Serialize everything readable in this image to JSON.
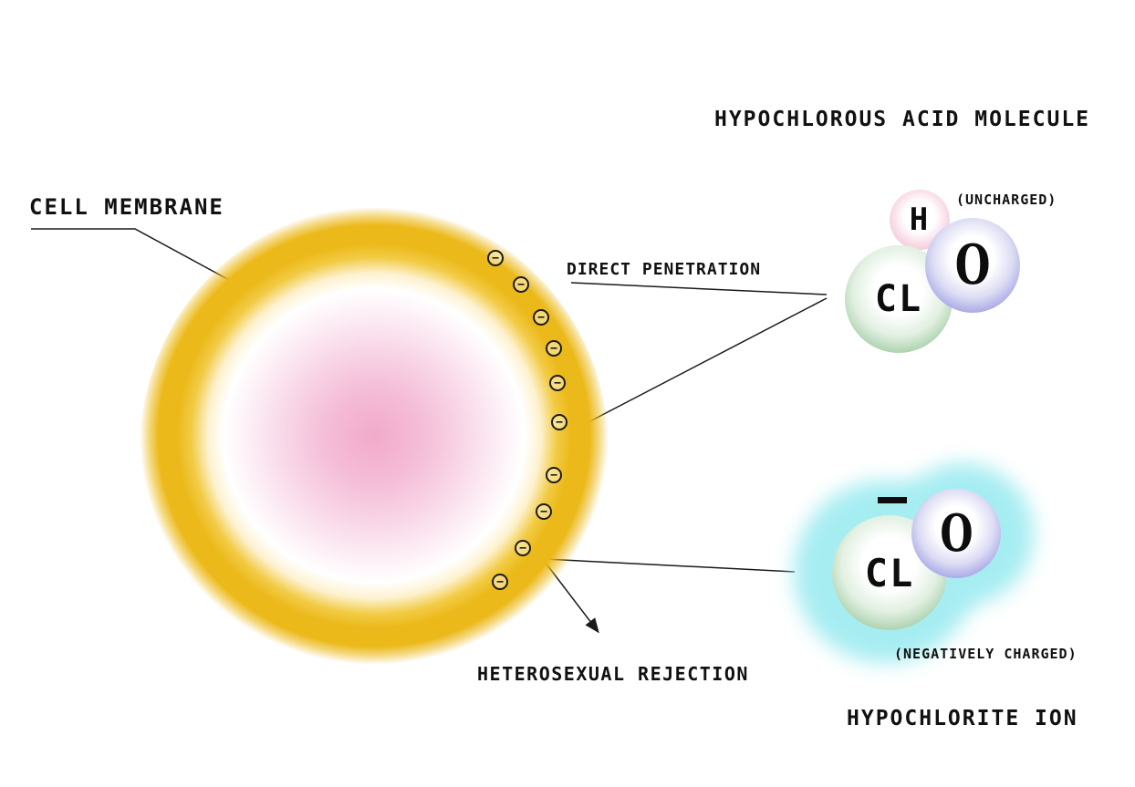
{
  "diagram": {
    "cell_membrane_label": "CELL MEMBRANE",
    "direct_penetration_label": "DIRECT PENETRATION",
    "rejection_label": "HETEROSEXUAL REJECTION",
    "hocl": {
      "title": "HYPOCHLOROUS ACID MOLECULE",
      "charge_note": "(UNCHARGED)",
      "atoms": {
        "h": "H",
        "o": "O",
        "cl": "CL"
      }
    },
    "ocl": {
      "title": "HYPOCHLORITE ION",
      "charge_note": "(NEGATIVELY CHARGED)",
      "atoms": {
        "o": "O",
        "cl": "CL"
      }
    },
    "membrane_charge_count": 10
  },
  "icons": {
    "minus": "−"
  },
  "colors": {
    "membrane": "#ecb91a",
    "cell_core": "#f2aacb",
    "chlorine": "#6fae72",
    "oxygen": "#8181da",
    "hydrogen": "#f0b4cb",
    "ion_glow": "#a6edf2",
    "line": "#1a1a1a"
  }
}
